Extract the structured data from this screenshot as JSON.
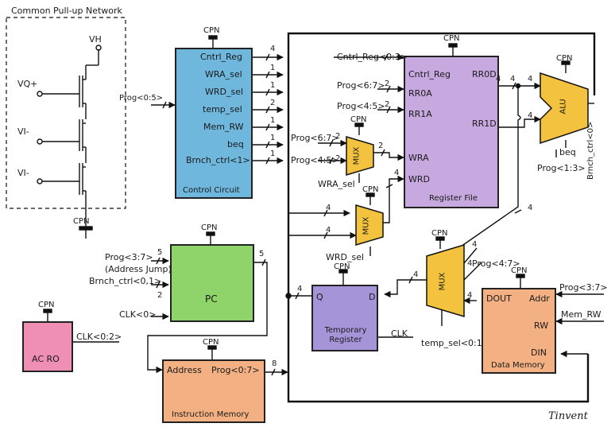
{
  "colors": {
    "control": "#6fb7dc",
    "register_file": "#c7a9df",
    "pc": "#8fd46a",
    "alu_mux": "#f3c23f",
    "instruction_memory": "#f3b183",
    "data_memory": "#f3b183",
    "temp_register": "#a694d9",
    "ac_ro": "#ee8fb3",
    "wire": "#111111"
  },
  "pullup": {
    "title": "Common Pull-up Network",
    "vdd": "VH",
    "in1": "VQ+",
    "in2": "VI-",
    "in3": "VI-",
    "cpn": "CPN"
  },
  "cpn_label": "CPN",
  "control": {
    "title": "Control Circuit",
    "input": "Prog<0:5>",
    "ports": [
      "Cntrl_Reg",
      "WRA_sel",
      "WRD_sel",
      "temp_sel",
      "Mem_RW",
      "beq",
      "Brnch_ctrl<1>"
    ],
    "widths": [
      "4",
      "1",
      "1",
      "2",
      "1",
      "1",
      "1"
    ]
  },
  "register_file": {
    "title": "Register File",
    "in_ports": [
      "Cntrl_Reg",
      "RR0A",
      "RR1A",
      "WRA",
      "WRD"
    ],
    "out_ports": [
      "RR0D",
      "RR1D"
    ],
    "signals": [
      "Cntrl_Reg<0:3>",
      "Prog<6:7>",
      "Prog<4:5>"
    ],
    "widths": [
      "2",
      "2",
      "2"
    ]
  },
  "mux_wra": {
    "label": "MUX",
    "inputs": [
      "Prog<6:7>",
      "Prog<4:5>"
    ],
    "in_widths": [
      "2",
      "2"
    ],
    "out_width": "2",
    "select": "WRA_sel"
  },
  "mux_wrd": {
    "label": "MUX",
    "in_widths": [
      "4",
      "4"
    ],
    "out_width": "4",
    "select": "WRD_sel"
  },
  "alu": {
    "label": "ALU",
    "in_widths": [
      "4",
      "4"
    ],
    "beq": "beq",
    "control": "Prog<1:3>",
    "branch": "Brnch_ctrl<0>"
  },
  "pc": {
    "label": "PC",
    "in1": "Prog<3:7>",
    "in1_note": "(Address Jump)",
    "in1_width": "5",
    "in2": "Brnch_ctrl<0,1>",
    "in2_width": "2",
    "clk": "CLK<0>",
    "out_width": "5"
  },
  "ac_ro": {
    "label": "AC RO",
    "out": "CLK<0:2>"
  },
  "instruction_memory": {
    "title": "Instruction Memory",
    "in_port": "Address",
    "out_port": "Prog<0:7>",
    "out_width": "8"
  },
  "temp_register": {
    "title": "Temporary Register",
    "q": "Q",
    "d": "D",
    "clk": "CLK",
    "width": "4"
  },
  "mux_temp": {
    "label": "MUX",
    "select": "temp_sel<0:1>",
    "in_widths": [
      "4",
      "4",
      "4"
    ],
    "in_label": "Prog<4:7>",
    "out_width": "4"
  },
  "data_memory": {
    "title": "Data Memory",
    "ports": [
      "DOUT",
      "Addr",
      "RW",
      "DIN"
    ],
    "addr_in": "Prog<3:7>",
    "rw_in": "Mem_RW"
  },
  "bus_width": "4",
  "signature": "Tinvent"
}
